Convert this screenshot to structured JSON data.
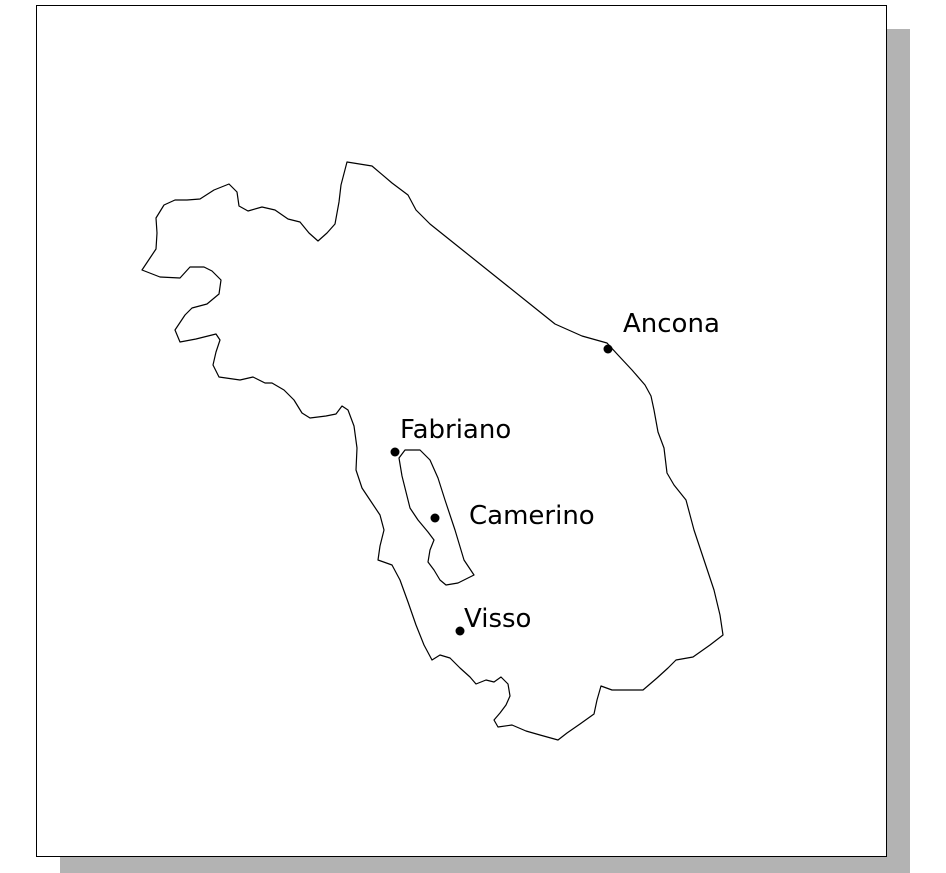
{
  "map": {
    "colors": {
      "background": "#ffffff",
      "panel": "#ffffff",
      "shadow": "#b3b3b3",
      "stroke": "#000000"
    },
    "cities": [
      {
        "id": "ancona",
        "name": "Ancona"
      },
      {
        "id": "fabriano",
        "name": "Fabriano"
      },
      {
        "id": "camerino",
        "name": "Camerino"
      },
      {
        "id": "visso",
        "name": "Visso"
      }
    ]
  }
}
